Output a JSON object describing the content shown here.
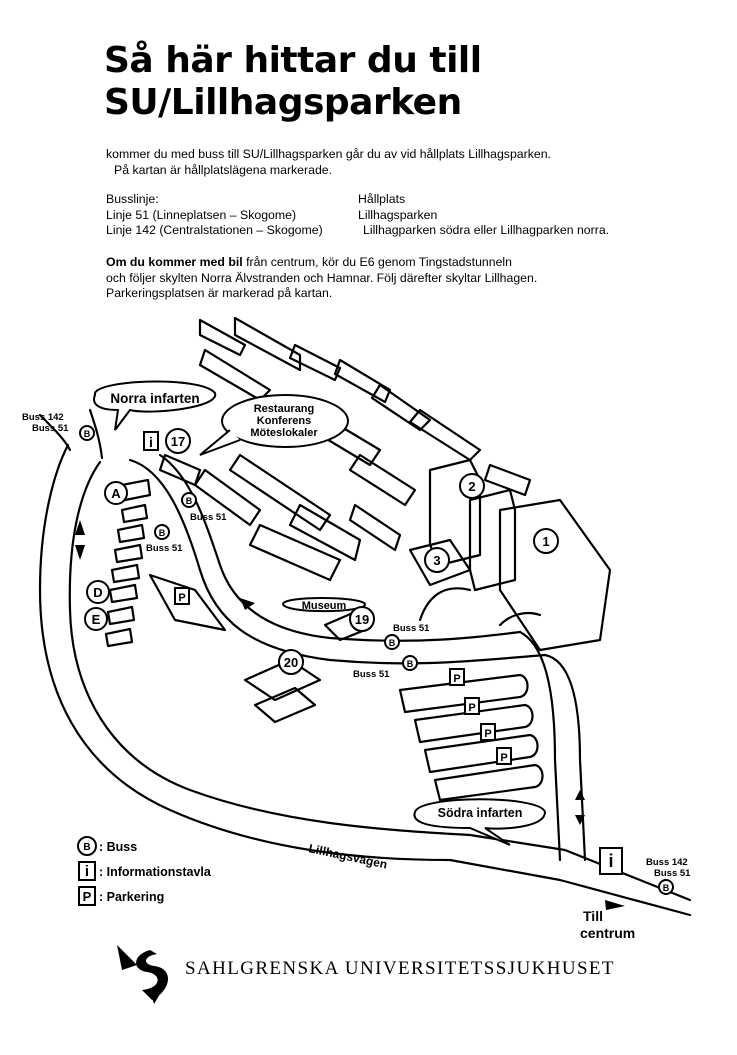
{
  "title_line1": "Så här hittar du till",
  "title_line2": "SU/Lillhagsparken",
  "intro_line1": "kommer du med buss till SU/Lillhagsparken går du av vid hållplats Lillhagsparken.",
  "intro_line2": "På kartan är hållplatslägena markerade.",
  "bus_table": {
    "header_line": "Busslinje:",
    "header_stop": "Hållplats",
    "rows": [
      {
        "line": "Linje 51 (Linneplatsen – Skogome)",
        "stop": "Lillhagsparken"
      },
      {
        "line": "Linje 142 (Centralstationen – Skogome)",
        "stop": "Lillhagparken södra eller Lillhagparken norra."
      }
    ]
  },
  "car_bold": "Om du kommer med bil",
  "car_line1_rest": " från centrum, kör du E6 genom Tingstadstunneln",
  "car_line2": "och följer skylten Norra Älvstranden och Hamnar. Följ därefter skyltar Lillhagen.",
  "car_line3": "Parkeringsplatsen är markerad på kartan.",
  "map": {
    "norra_infarten": "Norra infarten",
    "sodra_infarten": "Södra infarten",
    "restaurang": [
      "Restaurang",
      "Konferens",
      "Möteslokaler"
    ],
    "museum": "Museum",
    "bus142": "Buss 142",
    "bus51": "Buss 51",
    "road": "Lillhagsvägen",
    "till": "Till",
    "centrum": "centrum",
    "bus_letter": "B",
    "info_letter": "i",
    "parking_letter": "P",
    "numbers": [
      "17",
      "2",
      "3",
      "1",
      "19",
      "20"
    ],
    "letters": [
      "A",
      "D",
      "E"
    ]
  },
  "legend": {
    "buss": ": Buss",
    "info": ": Informationstavla",
    "park": ": Parkering"
  },
  "footer": "SAHLGRENSKA UNIVERSITETSSJUKHUSET"
}
